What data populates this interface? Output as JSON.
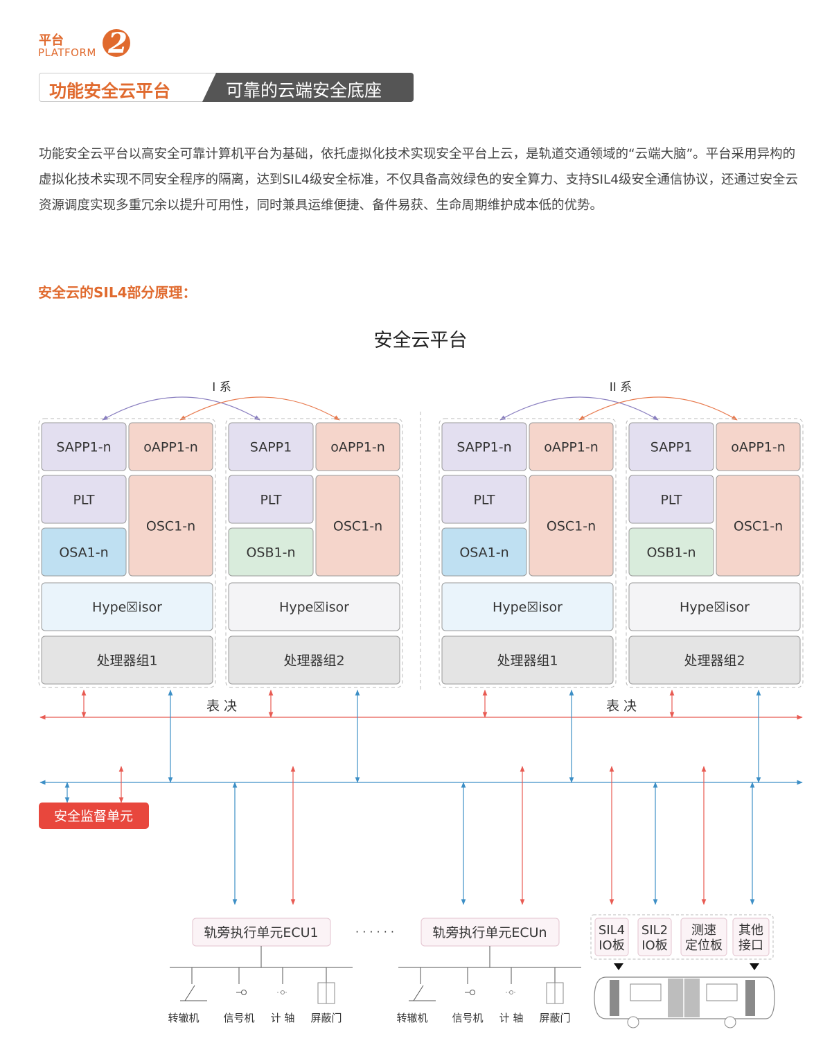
{
  "header": {
    "brand_cn": "平台",
    "brand_en": "PLATFORM",
    "brand_number": "2",
    "banner_title": "功能安全云平台",
    "banner_subtitle": "可靠的云端安全底座"
  },
  "intro_text": "功能安全云平台以高安全可靠计算机平台为基础，依托虚拟化技术实现安全平台上云，是轨道交通领域的“云端大脑”。平台采用异构的虚拟化技术实现不同安全程序的隔离，达到SIL4级安全标准，不仅具备高效绿色的安全算力、支持SIL4级安全通信协议，还通过安全云资源调度实现多重冗余以提升可用性，同时兼具运维便捷、备件易获、生命周期维护成本低的优势。",
  "section_title": "安全云的SIL4部分原理：",
  "diagram": {
    "title": "安全云平台",
    "systems": [
      {
        "label": "I 系",
        "groups": [
          {
            "app": "SAPP1-n",
            "oapp": "oAPP1-n",
            "plt": "PLT",
            "os": "OSA1-n",
            "osc": "OSC1-n",
            "hypervisor": "Hype☒isor",
            "cpu": "处理器组1"
          },
          {
            "app": "SAPP1",
            "oapp": "oAPP1-n",
            "plt": "PLT",
            "os": "OSB1-n",
            "osc": "OSC1-n",
            "hypervisor": "Hype☒isor",
            "cpu": "处理器组2"
          }
        ]
      },
      {
        "label": "II 系",
        "groups": [
          {
            "app": "SAPP1-n",
            "oapp": "oAPP1-n",
            "plt": "PLT",
            "os": "OSA1-n",
            "osc": "OSC1-n",
            "hypervisor": "Hype☒isor",
            "cpu": "处理器组1"
          },
          {
            "app": "SAPP1",
            "oapp": "oAPP1-n",
            "plt": "PLT",
            "os": "OSB1-n",
            "osc": "OSC1-n",
            "hypervisor": "Hype☒isor",
            "cpu": "处理器组2"
          }
        ]
      }
    ],
    "vote_label": "表  决",
    "supervisor_label": "安全监督单元",
    "ecu_labels": [
      "轨旁执行单元ECU1",
      "轨旁执行单元ECUn"
    ],
    "ellipsis": "· · · · · ·",
    "field_devices": [
      "转辙机",
      "信号机",
      "计  轴",
      "屏蔽门"
    ],
    "io_boards": [
      {
        "line1": "SIL4",
        "line2": "IO板"
      },
      {
        "line1": "SIL2",
        "line2": "IO板"
      },
      {
        "line1": "测速",
        "line2": "定位板"
      },
      {
        "line1": "其他",
        "line2": "接口"
      }
    ],
    "colors": {
      "orange": "#e06a2e",
      "red_line": "#e85a52",
      "blue_line": "#3d8fc6",
      "purple_box": "#e3dff0",
      "salmon_box": "#f5d5cb",
      "blue_box": "#bfe0f2",
      "green_box": "#d9ecdc",
      "hyper_light": "#eaf4fb",
      "hyper_gray": "#f4f4f6",
      "cpu_box": "#e4e4e4",
      "supervisor": "#e8473d"
    }
  }
}
